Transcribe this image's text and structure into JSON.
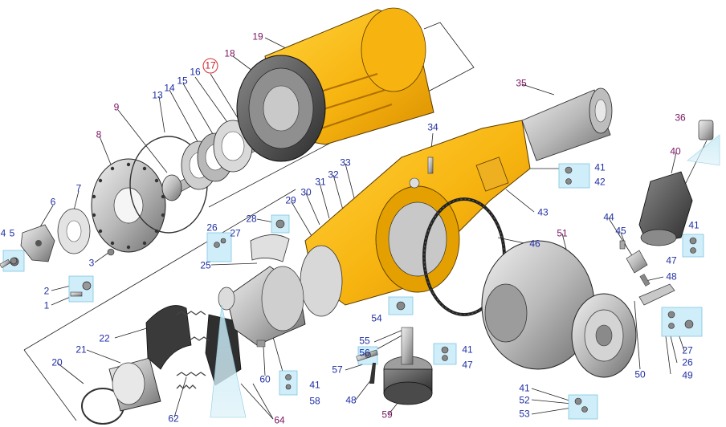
{
  "callouts": [
    {
      "text": "19",
      "color": "#7a1462"
    },
    {
      "text": "18",
      "color": "#7a1462"
    },
    {
      "text": "17",
      "color": "#c0202a",
      "circled": true
    },
    {
      "text": "16",
      "color": "#1f2fa3"
    },
    {
      "text": "15",
      "color": "#1f2fa3"
    },
    {
      "text": "14",
      "color": "#1f2fa3"
    },
    {
      "text": "13",
      "color": "#1f2fa3"
    },
    {
      "text": "9",
      "color": "#7a1462"
    },
    {
      "text": "8",
      "color": "#7a1462"
    },
    {
      "text": "7",
      "color": "#1f2fa3"
    },
    {
      "text": "6",
      "color": "#1f2fa3"
    },
    {
      "text": "4",
      "color": "#1f2fa3"
    },
    {
      "text": "5",
      "color": "#1f2fa3"
    },
    {
      "text": "3",
      "color": "#1f2fa3"
    },
    {
      "text": "2",
      "color": "#1f2fa3"
    },
    {
      "text": "1",
      "color": "#1f2fa3"
    },
    {
      "text": "35",
      "color": "#7a1462"
    },
    {
      "text": "34",
      "color": "#1f2fa3"
    },
    {
      "text": "33",
      "color": "#1f2fa3"
    },
    {
      "text": "32",
      "color": "#1f2fa3"
    },
    {
      "text": "31",
      "color": "#1f2fa3"
    },
    {
      "text": "30",
      "color": "#1f2fa3"
    },
    {
      "text": "29",
      "color": "#1f2fa3"
    },
    {
      "text": "28",
      "color": "#1f2fa3"
    },
    {
      "text": "27",
      "color": "#1f2fa3"
    },
    {
      "text": "26",
      "color": "#1f2fa3"
    },
    {
      "text": "25",
      "color": "#1f2fa3"
    },
    {
      "text": "22",
      "color": "#1f2fa3"
    },
    {
      "text": "21",
      "color": "#1f2fa3"
    },
    {
      "text": "20",
      "color": "#1f2fa3"
    },
    {
      "text": "62",
      "color": "#1f2fa3"
    },
    {
      "text": "64",
      "color": "#7a1462"
    },
    {
      "text": "60",
      "color": "#1f2fa3"
    },
    {
      "text": "41",
      "color": "#1f2fa3"
    },
    {
      "text": "58",
      "color": "#1f2fa3"
    },
    {
      "text": "54",
      "color": "#1f2fa3"
    },
    {
      "text": "55",
      "color": "#1f2fa3"
    },
    {
      "text": "56",
      "color": "#1f2fa3"
    },
    {
      "text": "57",
      "color": "#1f2fa3"
    },
    {
      "text": "48",
      "color": "#1f2fa3"
    },
    {
      "text": "59",
      "color": "#7a1462"
    },
    {
      "text": "41",
      "color": "#1f2fa3"
    },
    {
      "text": "47",
      "color": "#1f2fa3"
    },
    {
      "text": "46",
      "color": "#1f2fa3"
    },
    {
      "text": "51",
      "color": "#7a1462"
    },
    {
      "text": "43",
      "color": "#1f2fa3"
    },
    {
      "text": "41",
      "color": "#1f2fa3"
    },
    {
      "text": "42",
      "color": "#1f2fa3"
    },
    {
      "text": "36",
      "color": "#7a1462"
    },
    {
      "text": "40",
      "color": "#7a1462"
    },
    {
      "text": "44",
      "color": "#1f2fa3"
    },
    {
      "text": "45",
      "color": "#1f2fa3"
    },
    {
      "text": "41",
      "color": "#1f2fa3"
    },
    {
      "text": "47",
      "color": "#1f2fa3"
    },
    {
      "text": "48",
      "color": "#1f2fa3"
    },
    {
      "text": "27",
      "color": "#1f2fa3"
    },
    {
      "text": "26",
      "color": "#1f2fa3"
    },
    {
      "text": "49",
      "color": "#1f2fa3"
    },
    {
      "text": "50",
      "color": "#1f2fa3"
    },
    {
      "text": "41",
      "color": "#1f2fa3"
    },
    {
      "text": "52",
      "color": "#1f2fa3"
    },
    {
      "text": "53",
      "color": "#1f2fa3"
    }
  ]
}
